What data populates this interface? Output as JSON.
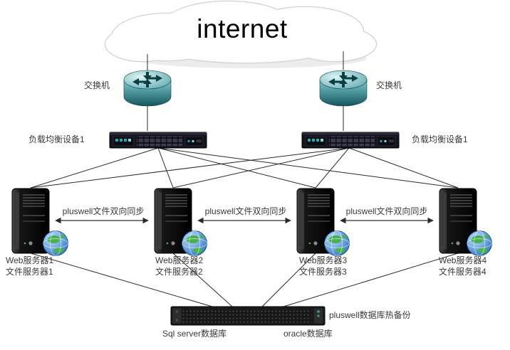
{
  "diagram": {
    "internet_label": "internet",
    "switch_left_label": "交换机",
    "switch_right_label": "交换机",
    "lb_left_label": "负载均衡设备1",
    "lb_right_label": "负载均衡设备1",
    "sync_labels": [
      "pluswell文件双向同步",
      "pluswell文件双向同步",
      "pluswell文件双向同步"
    ],
    "servers": [
      {
        "line1": "Web服务器1",
        "line2": "文件服务器1"
      },
      {
        "line1": "Web服务器2",
        "line2": "文件服务器2"
      },
      {
        "line1": "Web服务器3",
        "line2": "文件服务器3"
      },
      {
        "line1": "Web服务器4",
        "line2": "文件服务器4"
      }
    ],
    "db": {
      "hot_backup_label": "pluswell数据库热备份",
      "sql_label": "Sql server数据库",
      "oracle_label": "oracle数据库"
    },
    "colors": {
      "line": "#2b2b2b",
      "router_teal": "#2f8f96",
      "device_dark": "#15151e",
      "globe_blue": "#0d5bb5",
      "globe_green": "#49b04f"
    }
  }
}
